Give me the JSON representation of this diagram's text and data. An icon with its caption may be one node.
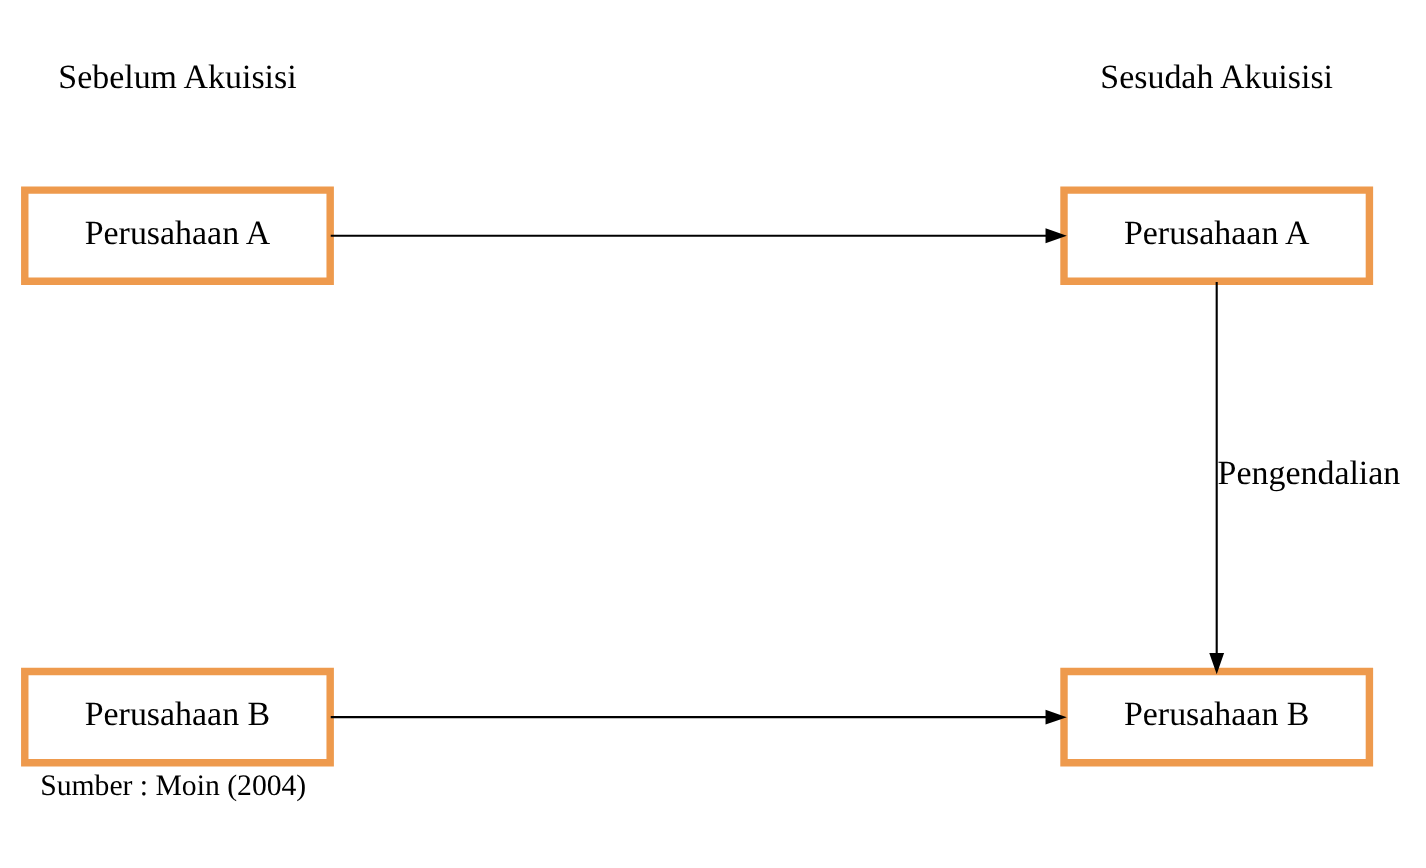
{
  "diagram": {
    "caption": "Sumber : Moin (2004)",
    "nodes": [
      {
        "text": [
          "Perusahaan A"
        ]
      },
      {
        "text": [
          "Perusahaan A"
        ]
      },
      {
        "text": [
          "Perusahaan B"
        ]
      },
      {
        "text": [
          "Perusahaan B"
        ]
      }
    ],
    "edges": [
      {
        "from": 0,
        "to": 1,
        "arrow": "to"
      },
      {
        "from": 1,
        "to": 3,
        "arrow": "to",
        "label": "Pengendalian"
      },
      {
        "from": 2,
        "to": 3,
        "arrow": "to"
      }
    ],
    "labels": [
      "Sebelum Akuisisi",
      "Sesudah Akuisisi"
    ]
  }
}
